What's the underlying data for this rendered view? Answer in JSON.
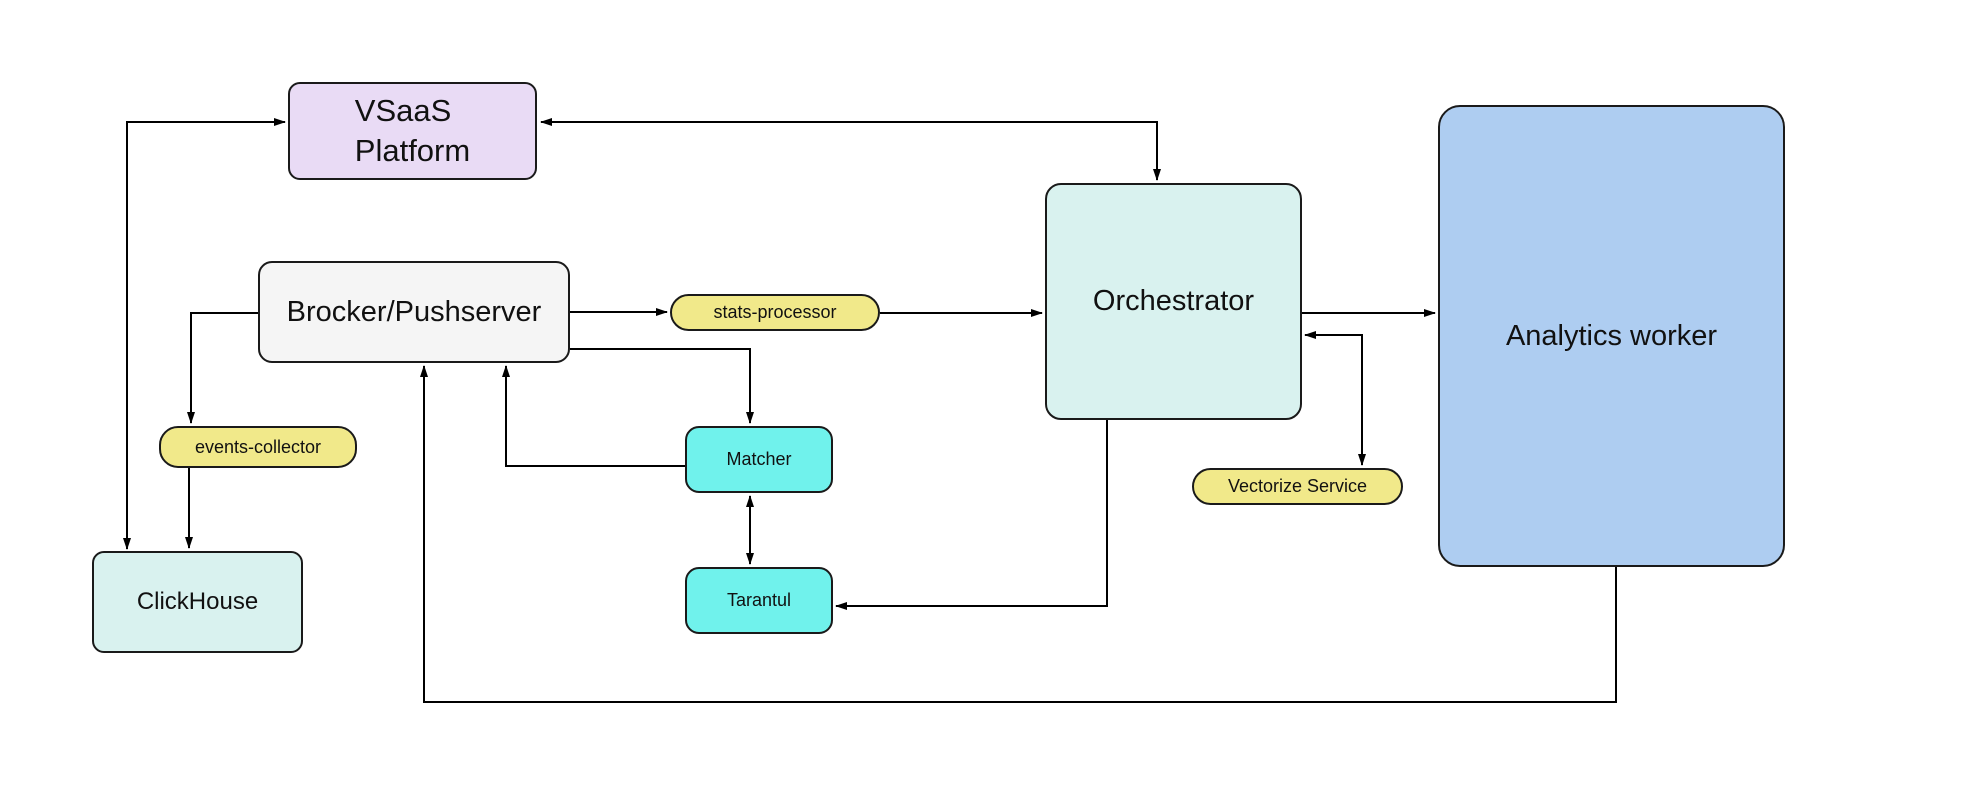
{
  "canvas": {
    "background": "#ffffff",
    "line_color": "#000000",
    "border_color": "#1a1a1a"
  },
  "nodes": {
    "vsaas_platform": {
      "label": "VSaaS\nPlatform",
      "fill": "#E9DBF5"
    },
    "brocker_pushserver": {
      "label": "Brocker/Pushserver",
      "fill": "#F5F5F5"
    },
    "stats_processor": {
      "label": "stats-processor",
      "fill": "#F1E98A"
    },
    "events_collector": {
      "label": "events-collector",
      "fill": "#F1E98A"
    },
    "clickhouse": {
      "label": "ClickHouse",
      "fill": "#D9F2EF"
    },
    "matcher": {
      "label": "Matcher",
      "fill": "#70F2EC"
    },
    "tarantul": {
      "label": "Tarantul",
      "fill": "#70F2EC"
    },
    "orchestrator": {
      "label": "Orchestrator",
      "fill": "#D9F2EF"
    },
    "vectorize_service": {
      "label": "Vectorize Service",
      "fill": "#F1E98A"
    },
    "analytics_worker": {
      "label": "Analytics worker",
      "fill": "#AECDF1"
    }
  },
  "edges": [
    {
      "from": "clickhouse",
      "to": "vsaas_platform",
      "bidirectional": true
    },
    {
      "from": "vsaas_platform",
      "to": "orchestrator",
      "bidirectional": true
    },
    {
      "from": "brocker_pushserver",
      "to": "events_collector",
      "bidirectional": false
    },
    {
      "from": "events_collector",
      "to": "clickhouse",
      "bidirectional": false
    },
    {
      "from": "brocker_pushserver",
      "to": "stats_processor",
      "bidirectional": false
    },
    {
      "from": "stats_processor",
      "to": "orchestrator",
      "bidirectional": false
    },
    {
      "from": "brocker_pushserver",
      "to": "matcher",
      "bidirectional": false
    },
    {
      "from": "matcher",
      "to": "brocker_pushserver",
      "bidirectional": false
    },
    {
      "from": "matcher",
      "to": "tarantul",
      "bidirectional": true
    },
    {
      "from": "orchestrator",
      "to": "analytics_worker",
      "bidirectional": false
    },
    {
      "from": "orchestrator",
      "to": "vectorize_service",
      "bidirectional": true
    },
    {
      "from": "orchestrator",
      "to": "tarantul",
      "bidirectional": false
    },
    {
      "from": "analytics_worker",
      "to": "brocker_pushserver",
      "bidirectional": false
    }
  ]
}
